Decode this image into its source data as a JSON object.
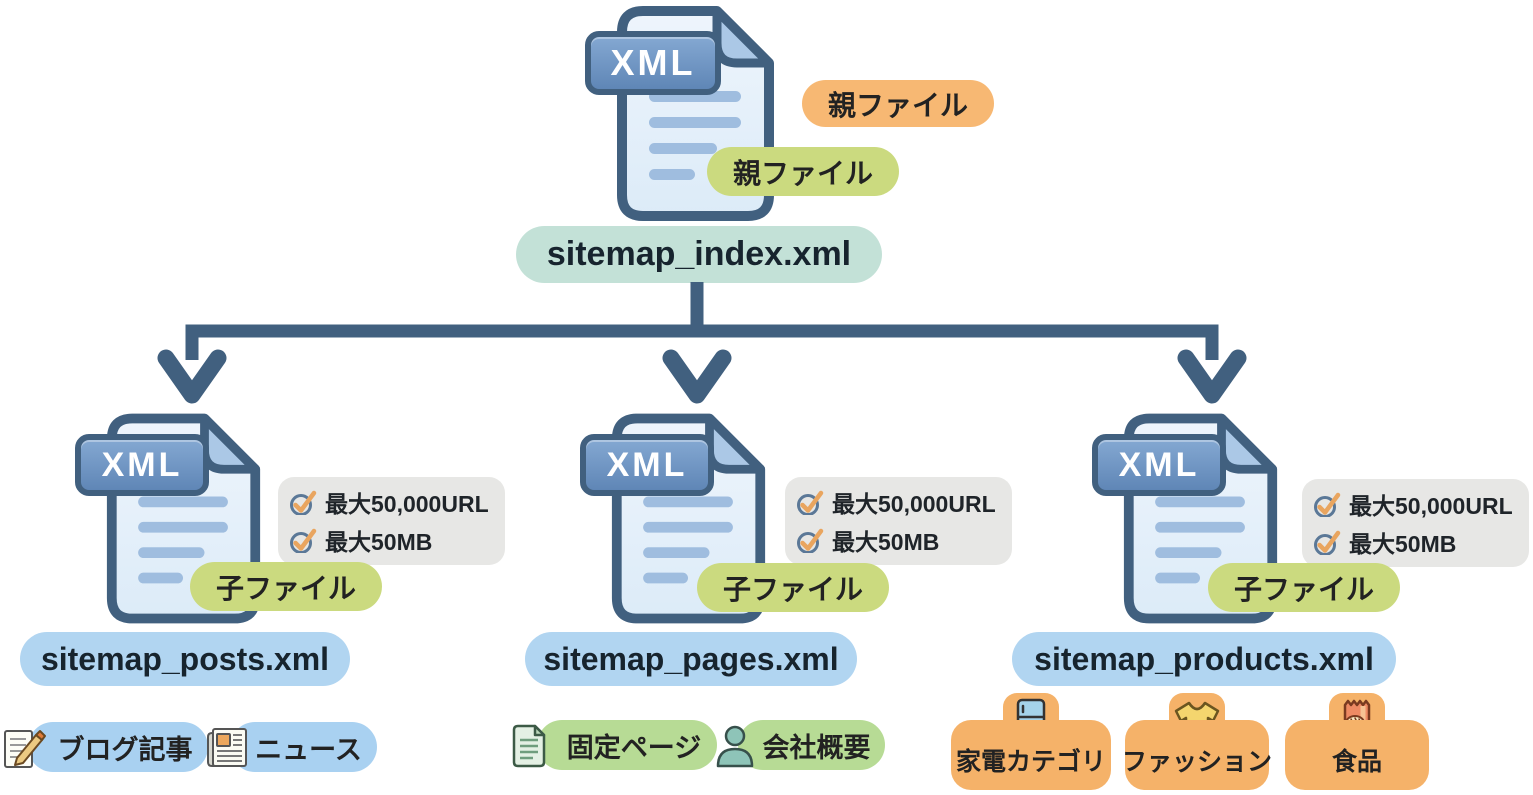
{
  "labels": {
    "xml": "XML",
    "parent_tag_orange": "親ファイル",
    "parent_tag_green": "親ファイル",
    "child_tag": "子ファイル"
  },
  "parent": {
    "filename": "sitemap_index.xml"
  },
  "limits": {
    "line1": "最大50,000URL",
    "line2": "最大50MB"
  },
  "children": [
    {
      "filename": "sitemap_posts.xml",
      "tags": [
        {
          "label": "ブログ記事",
          "icon": "pencil-note-icon"
        },
        {
          "label": "ニュース",
          "icon": "newspaper-icon"
        }
      ]
    },
    {
      "filename": "sitemap_pages.xml",
      "tags": [
        {
          "label": "固定ページ",
          "icon": "page-document-icon"
        },
        {
          "label": "会社概要",
          "icon": "person-icon"
        }
      ]
    },
    {
      "filename": "sitemap_products.xml",
      "tags": [
        {
          "label": "家電カテゴリ",
          "icon": "refrigerator-icon"
        },
        {
          "label": "ファッション",
          "icon": "tshirt-icon"
        },
        {
          "label": "食品",
          "icon": "food-bag-icon"
        }
      ]
    }
  ],
  "colors": {
    "outline_slate": "#41607f",
    "doc_fill": "#eaf3fb",
    "doc_fold": "#abc8e6",
    "doc_lines": "#9fbddf",
    "xml_badge_fill": "#6e96c3",
    "orange_badge": "#f7b873",
    "green_badge": "#cbda7f",
    "teal_badge": "#c3e1d7",
    "blue_filename_badge": "#b1d5f1",
    "gray_limits_badge": "#e7e7e5",
    "check_circle": "#5b7897",
    "check_mark": "#e9a55f",
    "blue_tag": "#a9d1f1",
    "green_tag": "#b7db95",
    "orange_tag": "#f5b269"
  }
}
